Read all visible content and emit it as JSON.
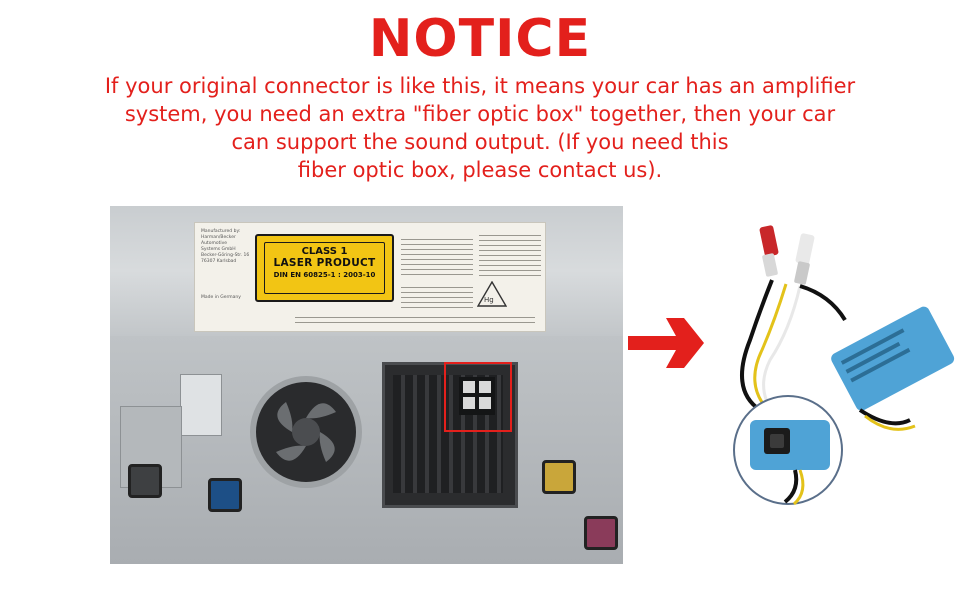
{
  "title": "NOTICE",
  "body_lines": [
    "If your original connector is like this, it means your car has an amplifier",
    "system, you need an extra \"fiber optic box\" together, then your car",
    "can support the sound output. (If you need this",
    "fiber optic box, please contact us)."
  ],
  "label": {
    "manufacturer_lines": [
      "Manufactured by:",
      "Harman/Becker",
      "Automotive",
      "Systems GmbH",
      "Becker-Göring-Str. 16",
      "76307 Karlsbad"
    ],
    "made_in": "Made in Germany",
    "class": "CLASS 1",
    "product": "LASER PRODUCT",
    "din": "DIN EN  60825-1 : 2003-10",
    "hg": "Hg"
  },
  "colors": {
    "notice_red": "#e3201c",
    "laser_yellow": "#f2c514",
    "box_blue": "#4fa3d6"
  },
  "icons": [
    "right-arrow-icon"
  ]
}
